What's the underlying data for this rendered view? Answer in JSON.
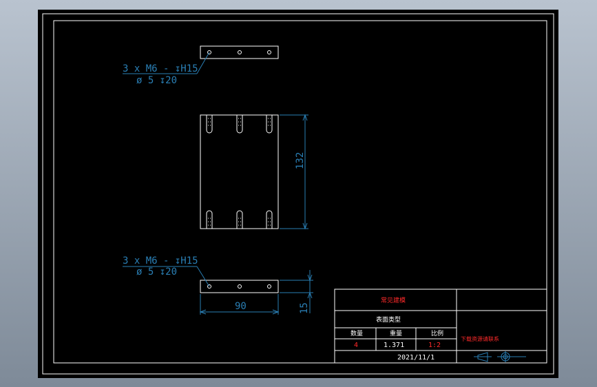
{
  "colors": {
    "paper": "#000000",
    "frame": "#ffffff",
    "dimension": "#2a7fb5",
    "accent": "#ff2a2a"
  },
  "callouts": {
    "top": {
      "line1": "3 x  M6 - ↧H15",
      "line2": "ø  5 ↧20"
    },
    "bottom": {
      "line1": "3 x  M6 - ↧H15",
      "line2": "ø  5 ↧20"
    }
  },
  "dimensions": {
    "height": "132",
    "width": "90",
    "thickness": "15"
  },
  "title_block": {
    "company": "常见建模",
    "part_name": "表面类型",
    "headers": [
      "数量",
      "重量",
      "比例"
    ],
    "values": [
      "4",
      "1.371",
      "1:2"
    ],
    "drawing_no": "下载资源请联系",
    "date": "2021/11/1"
  }
}
